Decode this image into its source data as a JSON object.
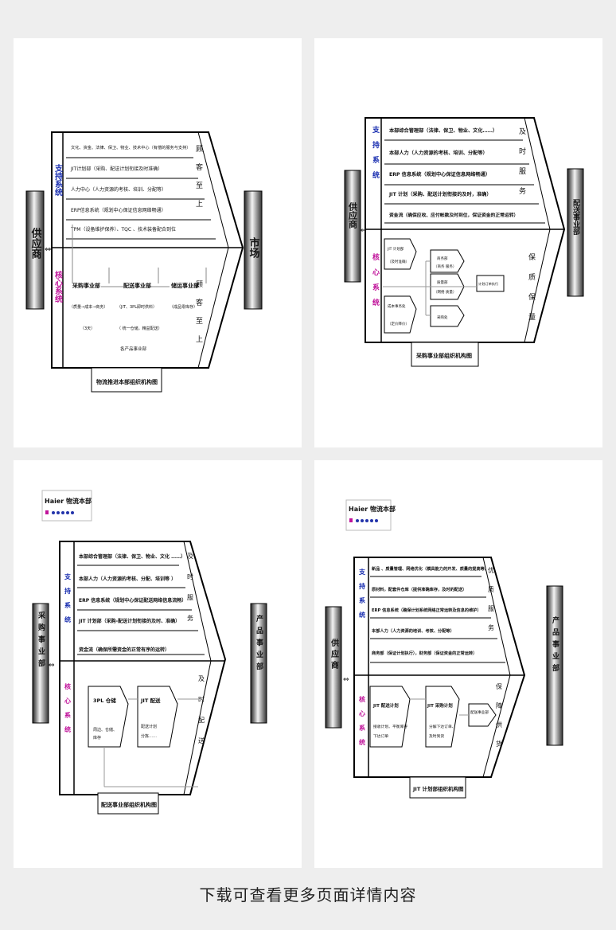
{
  "panels": [
    {
      "supplier": "供应商",
      "market": "市场",
      "support": "支持系统",
      "core": "核心系统",
      "support_items": [
        "文化、资金、法律、保卫、物业、技术中心（有偿的服务与支持）",
        "JIT计划部（采购、配送计划衔接及时准确）",
        "人力中心（人力资源的考核、培训、分配等）",
        "ERP信息系统（规划中心保证信息网络畅通）",
        "TPM（设备维护保养）、TQC 、技术装备配合到位"
      ],
      "right_top": "顾客至上",
      "right_bottom": "顾客至上",
      "divisions": [
        "采购事业部",
        "配送事业部",
        "储运事业部"
      ],
      "notes": [
        "（质量→成本→商务）",
        "（JIT、3PL即时供料）",
        "（成品零库存）",
        "（3天）",
        "（ 统一仓储，精益配送）",
        "各产品事业部"
      ],
      "caption": "物流推进本部组织机构图"
    },
    {
      "supplier": "供应商",
      "market": "配送事业部",
      "support": "支持系统",
      "core": "核心系统",
      "support_items": [
        "本部综合管理部（法律、保卫、物业、文化……）",
        "本部人力（人力资源的考核、培训、分配等）",
        "ERP 信息系统（规划中心保证信息网络畅通）",
        "JIT 计划（采购、配送计划衔接的及时，准确）",
        "资金流（确保应收、应付帐款及时到位，保证资金的正常运转）"
      ],
      "right_top": "及时服务",
      "right_bottom": "保质保量",
      "boxes": [
        [
          "JIT 计划部",
          "（及时准确）"
        ],
        [
          "成本事务处",
          "（定价降价）"
        ],
        [
          "商务部",
          "（商务 服务）"
        ],
        [
          "质量部",
          "（网络 质量）"
        ],
        [
          "采购处"
        ],
        [
          "计划订单执行"
        ]
      ],
      "caption": "采购事业部组织机构图"
    },
    {
      "logo": "Haier 物流本部",
      "supplier": "采购事业部",
      "market": "产品事业部",
      "support": "支持系统",
      "core": "核心系统",
      "support_items": [
        "本部综合管理部（法律、保卫、物业、文化 ……）",
        "本部人力（人力资源的考核、分配、培训等 ）",
        "ERP 信息系统（规划中心保证配送网络信息流畅）",
        "JIT 计划部（采购-配送计划衔接的及时、准确）",
        "资金流（确保所需资金的正常有序的运转）"
      ],
      "right_top": "及时服务",
      "right_bottom": "及时配送",
      "boxes": [
        [
          "3PL 仓储",
          "周边、仓储、",
          "库存"
        ],
        [
          "JIT 配送",
          "配送计划",
          "分拣……"
        ]
      ],
      "caption": "配送事业部组织机构图"
    },
    {
      "logo": "Haier 物流本部",
      "supplier": "供应商",
      "market": "产品事业部",
      "support": "支持系统",
      "core": "核心系统",
      "support_items": [
        "新品 、质量管理、网络优化（模具能力的开发、质量的提高等）",
        "原材料，配套件仓库（提供准确库存，及时的配送）",
        "ERP 信息系统（确保计划系统网络正常运转及信息的维护）",
        "本部人力（人力资源的培训、考核、分配等）",
        "商务部（保证计划执行），财务部（保证资金的正常运转）"
      ],
      "right_top": "优质服务",
      "right_bottom": "保障供货",
      "boxes": [
        [
          "JIT 配送计划",
          "接收计划、平衡库存",
          "下达订单"
        ],
        [
          "JIT 采购计划",
          "分解下达订单、",
          "及时到货"
        ],
        [
          "配送事业部"
        ]
      ],
      "caption": "JIT 计划部组织机构图"
    }
  ],
  "footer_text": "下载可查看更多页面详情内容"
}
